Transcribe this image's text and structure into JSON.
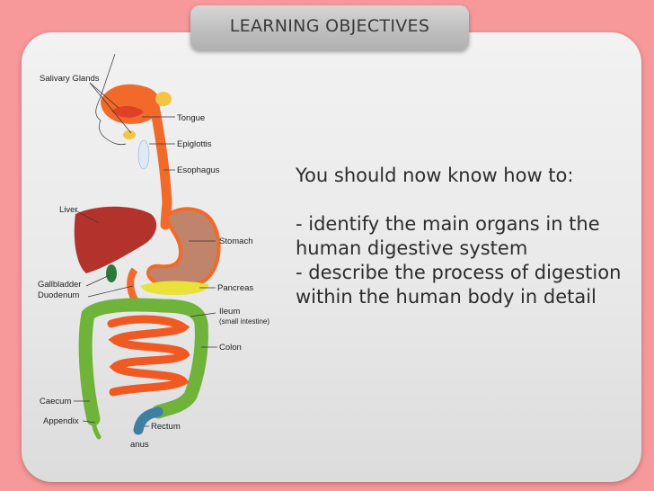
{
  "title": "LEARNING OBJECTIVES",
  "objectives": {
    "intro": "You should now know how to:",
    "items": [
      "- identify the main organs in the human digestive system",
      "- describe the process of digestion within the human body in detail"
    ]
  },
  "diagram": {
    "labels": {
      "salivary_glands": "Salivary Glands",
      "tongue": "Tongue",
      "epiglottis": "Epiglottis",
      "esophagus": "Esophagus",
      "liver": "Liver",
      "stomach": "Stomach",
      "gallbladder": "Gallbladder",
      "duodenum": "Duodenum",
      "pancreas": "Pancreas",
      "ileum": "Ileum",
      "ileum_sub": "(small intestine)",
      "colon": "Colon",
      "caecum": "Caecum",
      "appendix": "Appendix",
      "rectum": "Rectum",
      "anus": "anus"
    },
    "colors": {
      "esophagus": "#f26a2a",
      "liver": "#b3322c",
      "stomach": "#c0846a",
      "pancreas": "#e8e23a",
      "colon": "#6fb33a",
      "small_intestine": "#f05a22",
      "gallbladder": "#2c7a3a",
      "rectum": "#3f7fa0"
    }
  }
}
